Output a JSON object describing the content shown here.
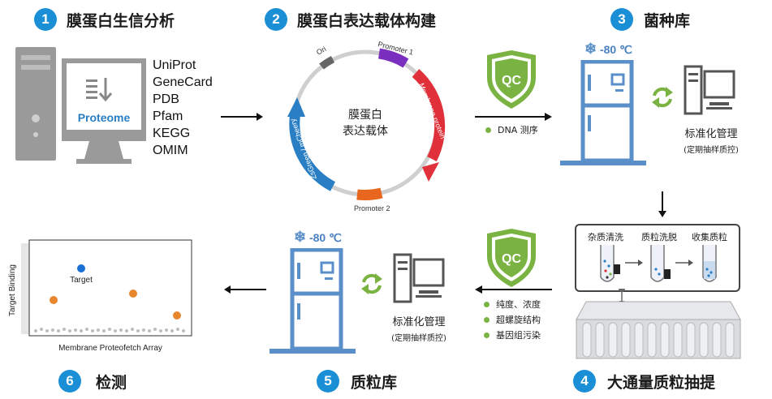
{
  "steps": [
    {
      "num": "1",
      "title": "膜蛋白生信分析"
    },
    {
      "num": "2",
      "title": "膜蛋白表达载体构建"
    },
    {
      "num": "3",
      "title": "菌种库"
    },
    {
      "num": "4",
      "title": "大通量质粒抽提"
    },
    {
      "num": "5",
      "title": "质粒库"
    },
    {
      "num": "6",
      "title": "检测"
    }
  ],
  "step1": {
    "monitor_label": "Proteome",
    "databases": [
      "UniProt",
      "GeneCard",
      "PDB",
      "Pfam",
      "KEGG",
      "OMIM"
    ]
  },
  "step2": {
    "center_line1": "膜蛋白",
    "center_line2": "表达载体",
    "segments": {
      "ori": "Ori",
      "promoter1": "Promoter 1",
      "membrane": "Membrane protein",
      "promoter2": "Promoter 2",
      "reporter": "ZsGreen / mCheery"
    }
  },
  "qc_top": {
    "badge": "QC",
    "items": [
      "DNA 测序"
    ]
  },
  "qc_bottom": {
    "badge": "QC",
    "items": [
      "纯度、浓度",
      "超螺旋结构",
      "基因组污染"
    ]
  },
  "step3": {
    "temperature": "-80 ℃",
    "mgmt_title": "标准化管理",
    "mgmt_sub": "(定期抽样质控)"
  },
  "step5": {
    "temperature": "-80 ℃",
    "mgmt_title": "标准化管理",
    "mgmt_sub": "(定期抽样质控)"
  },
  "step4": {
    "tube_labels": [
      "杂质清洗",
      "质粒洗脱",
      "收集质粒"
    ]
  },
  "step6": {
    "point_label": "Target",
    "xlabel": "Membrane Proteofetch Array",
    "ylabel": "Target Binding"
  },
  "colors": {
    "accent": "#1a8fd6",
    "qc_green": "#7ab342",
    "freezer_blue": "#5b8fc9",
    "promoter": "#7b2fbf",
    "membrane": "#e0303a",
    "promoter2": "#e8661e",
    "reporter": "#2a7fc4"
  }
}
